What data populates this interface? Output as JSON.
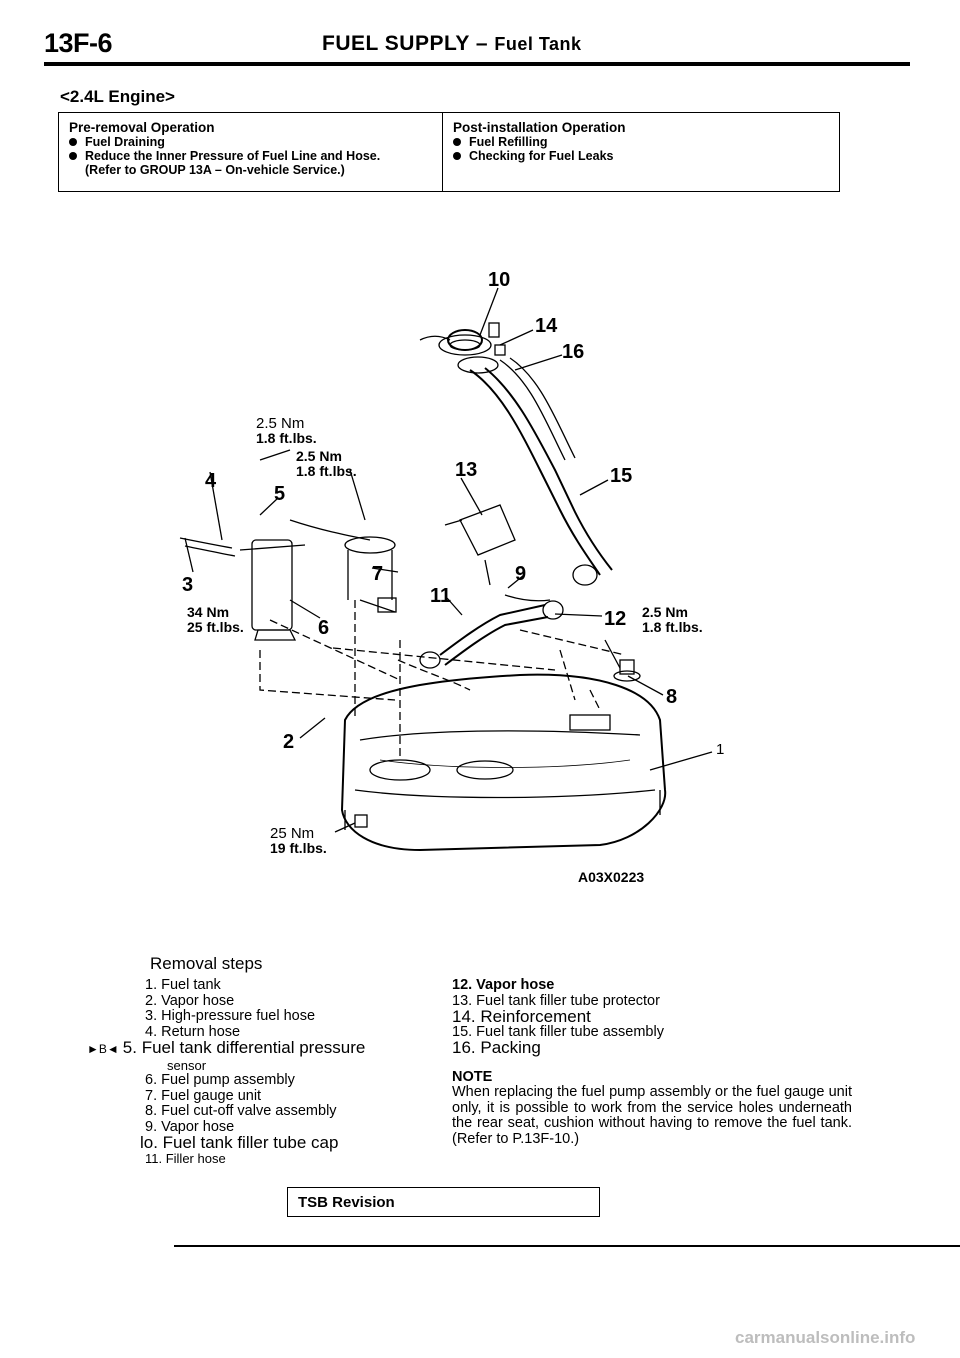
{
  "header": {
    "page_id": "13F-6",
    "title": "FUEL SUPPLY –",
    "title_sub": "Fuel Tank",
    "engine": "<2.4L Engine>"
  },
  "pre_removal": {
    "title": "Pre-removal Operation",
    "items": [
      "Fuel Draining",
      "Reduce the Inner Pressure of Fuel Line and Hose."
    ],
    "ref": "(Refer to GROUP 13A – On-vehicle Service.)"
  },
  "post_installation": {
    "title": "Post-installation Operation",
    "items": [
      "Fuel Refilling",
      "Checking for Fuel Leaks"
    ]
  },
  "diagram": {
    "part_numbers": [
      "10",
      "14",
      "16",
      "4",
      "5",
      "13",
      "15",
      "3",
      "7",
      "9",
      "11",
      "6",
      "12",
      "8",
      "2",
      "1"
    ],
    "torques": {
      "t1_nm": "2.5 Nm",
      "t1_ft": "1.8 ft.lbs.",
      "t2_nm": "2.5 Nm",
      "t2_ft": "1.8 ft.lbs.",
      "t3_nm": "34 Nm",
      "t3_ft": "25 ft.lbs.",
      "t4_nm": "2.5 Nm",
      "t4_ft": "1.8 ft.lbs.",
      "t5_nm": "25 Nm",
      "t5_ft": "19 ft.lbs."
    },
    "code": "A03X0223"
  },
  "removal": {
    "title": "Removal steps",
    "left": [
      "1. Fuel tank",
      "2. Vapor hose",
      "3. High-pressure fuel hose",
      "4. Return hose",
      "5. Fuel tank differential pressure",
      "sensor",
      "6. Fuel pump assembly",
      "7. Fuel gauge unit",
      "8. Fuel cut-off valve assembly",
      "9. Vapor hose",
      "lo. Fuel tank filler tube cap",
      "11. Filler hose"
    ],
    "marker": "►B◄",
    "right": [
      "12. Vapor hose",
      "13. Fuel tank filler tube protector",
      "14. Reinforcement",
      "15. Fuel tank filler tube assembly",
      "16. Packing"
    ],
    "note_title": "NOTE",
    "note_text": "When replacing the fuel pump assembly or the fuel gauge unit only, it is possible to work from the service holes underneath the rear seat, cushion without having to remove the fuel tank. (Refer to P.13F-10.)"
  },
  "footer": {
    "tsb": "TSB Revision",
    "watermark": "carmanualsonline.info"
  }
}
